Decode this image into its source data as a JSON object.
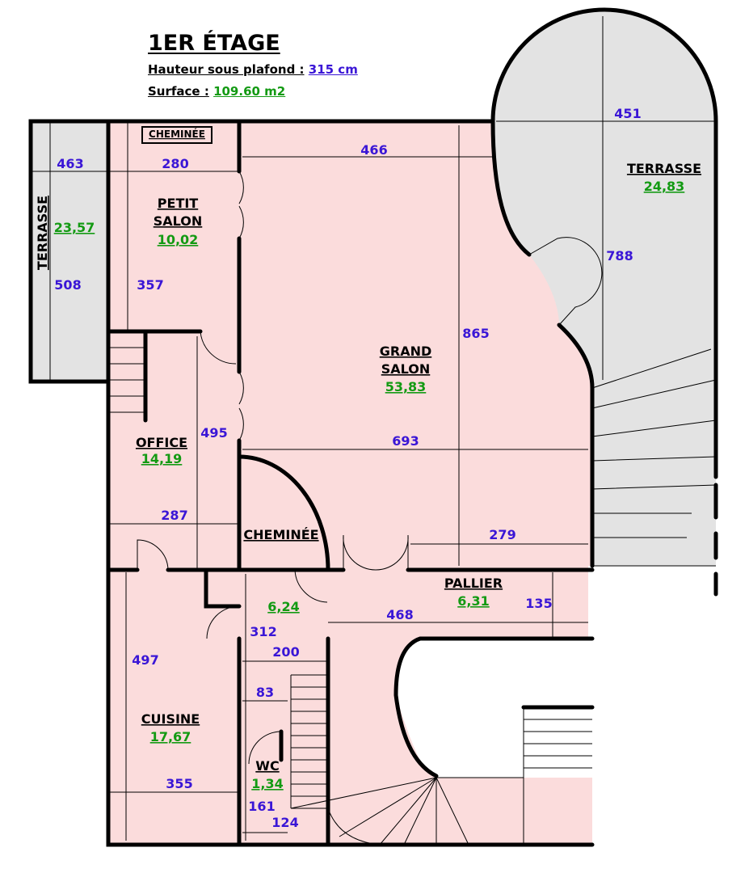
{
  "header": {
    "title": "1ER ÉTAGE",
    "hauteur_label": "Hauteur sous plafond :",
    "hauteur_value": "315 cm",
    "surface_label": "Surface :",
    "surface_value": "109.60 m2"
  },
  "rooms": {
    "terrasse_left": {
      "name": "TERRASSE",
      "area": "23,57"
    },
    "petit_salon": {
      "name1": "PETIT",
      "name2": "SALON",
      "area": "10,02"
    },
    "cheminee_top": {
      "name": "CHEMINÉE"
    },
    "grand_salon": {
      "name1": "GRAND",
      "name2": "SALON",
      "area": "53,83"
    },
    "terrasse_right": {
      "name": "TERRASSE",
      "area": "24,83"
    },
    "office": {
      "name": "OFFICE",
      "area": "14,19"
    },
    "cheminee_mid": {
      "name": "CHEMINÉE"
    },
    "pallier": {
      "name": "PALLIER",
      "area": "6,31"
    },
    "hall": {
      "area": "6,24"
    },
    "cuisine": {
      "name": "CUISINE",
      "area": "17,67"
    },
    "wc": {
      "name": "WC",
      "area": "1,34"
    }
  },
  "dimensions": {
    "d463": "463",
    "d508": "508",
    "d280": "280",
    "d357": "357",
    "d466": "466",
    "d451": "451",
    "d788": "788",
    "d865": "865",
    "d495": "495",
    "d693": "693",
    "d287": "287",
    "d279": "279",
    "d135": "135",
    "d468": "468",
    "d312": "312",
    "d200": "200",
    "d497": "497",
    "d83": "83",
    "d355": "355",
    "d161": "161",
    "d124": "124"
  },
  "colors": {
    "interior_fill": "#fbdcdc",
    "terrace_fill": "#e3e3e3",
    "dimension_text": "#3a16d6",
    "area_text": "#139a13"
  }
}
